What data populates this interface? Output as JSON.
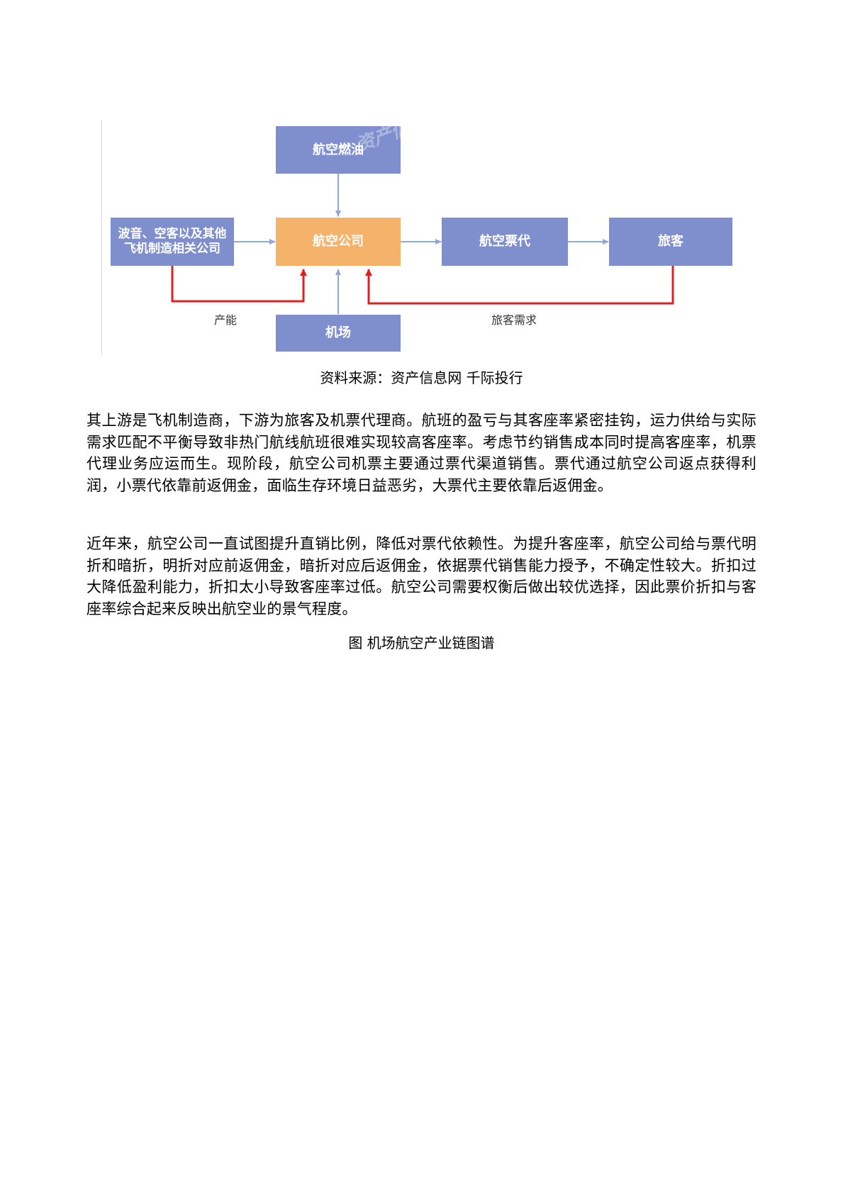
{
  "diagram": {
    "nodes": {
      "fuel": "航空燃油",
      "manufacturers": "波音、空客以及其他飞机制造相关公司",
      "airline": "航空公司",
      "agency": "航空票代",
      "passenger": "旅客",
      "airport": "机场"
    },
    "labels": {
      "capacity": "产能",
      "demand": "旅客需求"
    },
    "colors": {
      "node_blue": "#7f8fce",
      "node_orange": "#f5b26b",
      "arrow_blue": "#8fa8d8",
      "arrow_red": "#e02020"
    }
  },
  "source_caption": "资料来源：资产信息网 千际投行",
  "paragraphs": [
    "其上游是飞机制造商，下游为旅客及机票代理商。航班的盈亏与其客座率紧密挂钩，运力供给与实际需求匹配不平衡导致非热门航线航班很难实现较高客座率。考虑节约销售成本同时提高客座率，机票代理业务应运而生。现阶段，航空公司机票主要通过票代渠道销售。票代通过航空公司返点获得利润，小票代依靠前返佣金，面临生存环境日益恶劣，大票代主要依靠后返佣金。",
    "近年来，航空公司一直试图提升直销比例，降低对票代依赖性。为提升客座率，航空公司给与票代明折和暗折，明折对应前返佣金，暗折对应后返佣金，依据票代销售能力授予，不确定性较大。折扣过大降低盈利能力，折扣太小导致客座率过低。航空公司需要权衡后做出较优选择，因此票价折扣与客座率综合起来反映出航空业的景气程度。"
  ],
  "figure_caption": "图 机场航空产业链图谱"
}
